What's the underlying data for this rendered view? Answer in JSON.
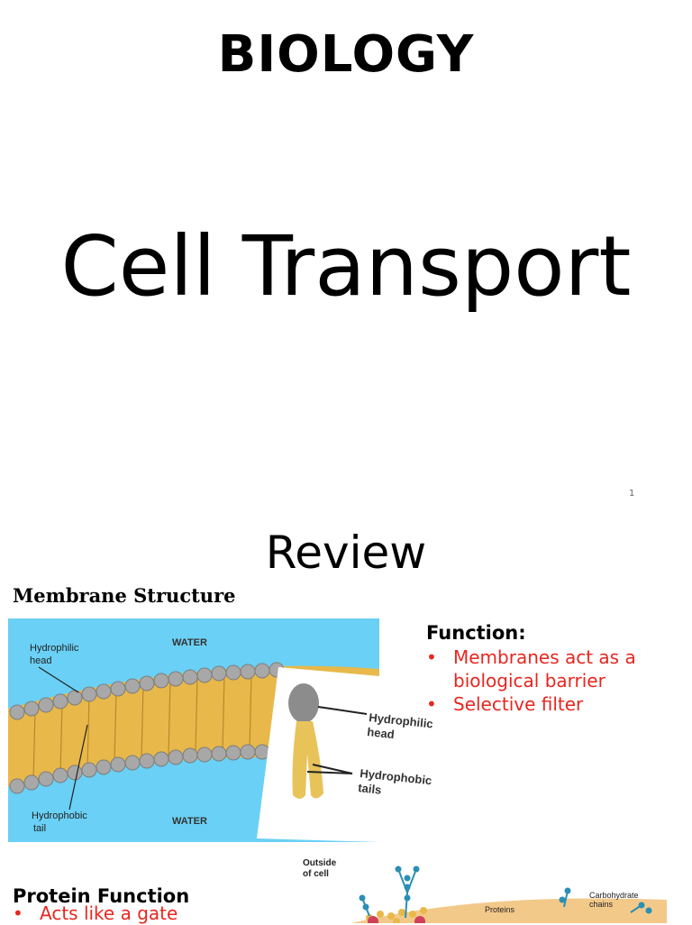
{
  "slide1": {
    "subject": "BIOLOGY",
    "title": "Cell Transport",
    "page_number": "1"
  },
  "slide2": {
    "title": "Review",
    "membrane_heading": "Membrane Structure",
    "diagram": {
      "water_top": "WATER",
      "water_bottom": "WATER",
      "hydrophilic_head_1": "Hydrophilic",
      "hydrophilic_head_2": "head",
      "hydrophobic_tail_1": "Hydrophobic",
      "hydrophobic_tail_2": "tail",
      "inset_head_1": "Hydrophilic",
      "inset_head_2": "head",
      "inset_tails_1": "Hydrophobic",
      "inset_tails_2": "tails"
    },
    "function_heading": "Function:",
    "function_items": [
      "Membranes act as a biological barrier",
      "Selective filter"
    ],
    "protein_heading": "Protein Function",
    "protein_items": [
      "Acts like a gate"
    ],
    "protein_diagram": {
      "outside_1": "Outside",
      "outside_2": "of cell",
      "carb_1": "Carbohydrate",
      "carb_2": "chains",
      "proteins": "Proteins"
    }
  },
  "colors": {
    "bullet_red": "#e8261f",
    "water_blue": "#6ad0f5",
    "tail_yellow": "#e8b84a",
    "head_gray": "#a8a8a8"
  }
}
